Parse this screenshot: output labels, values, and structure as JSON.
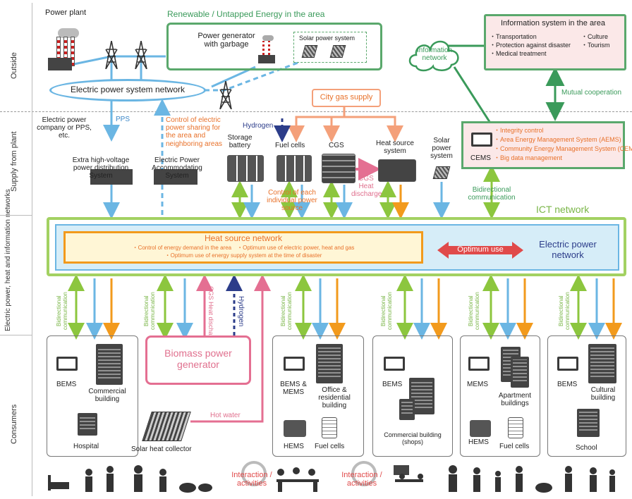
{
  "bands": {
    "outside": "Outside",
    "supply": "Supply from plant",
    "network": "Electric power, heat and information networks",
    "consumers": "Consumers"
  },
  "outside": {
    "power_plant": "Power plant",
    "renewable_title": "Renewable / Untapped Energy in the area",
    "garbage_gen": "Power generator with garbage",
    "solar_system": "Solar power system",
    "grid_network": "Electric power system network",
    "info_network": "Information network",
    "info_system": {
      "title": "Information system in the area",
      "items": [
        "・Transportation",
        "・Protection against disaster",
        "・Medical treatment",
        "・Culture",
        "・Tourism"
      ]
    },
    "mutual": "Mutual cooperation"
  },
  "supply": {
    "pps": "PPS",
    "company": "Electric power company or PPS, etc.",
    "extra_hv": "Extra high-voltage power distribution System",
    "control_sharing": "Control of electric power sharing for the area and neighboring areas",
    "accommodating": "Electric Power Accommodating System",
    "city_gas": "City gas supply",
    "hydrogen": "Hydrogen",
    "storage": "Storage battery",
    "fuel_cells": "Fuel cells",
    "cgs": "CGS",
    "heat_source_system": "Heat source system",
    "solar_power_system": "Solar power system",
    "cgs_heat": "CGS Heat discharge",
    "control_each": "Control of each individual power source",
    "cems": "CEMS",
    "cems_items": [
      "・Integrity control",
      "・Area Energy Management System (AEMS)",
      "・Community Energy Management System (CEMS)",
      "・Big data management"
    ],
    "bidirectional": "Bidirectional communication"
  },
  "network": {
    "ict": "ICT network",
    "heat_title": "Heat source network",
    "heat_line1": "・Control of energy demand in the area　・Optimum use of electric power, heat and gas",
    "heat_line2": "・Optimum use of energy supply system at the time of disaster",
    "optimum": "Optimum use",
    "electric": "Electric power network"
  },
  "consumers": {
    "bidir": "Bidirectional communication",
    "cgs_heat_v": "CGS Heat discharge",
    "hydrogen_v": "Hydrogen",
    "biomass": "Biomass power generator",
    "hot_water": "Hot water",
    "solar_heat": "Solar heat collector",
    "bems": "BEMS",
    "commercial": "Commercial building",
    "hospital": "Hospital",
    "bems_mems": "BEMS & MEMS",
    "office": "Office & residential building",
    "hems": "HEMS",
    "fuel_cells": "Fuel cells",
    "commercial_shops": "Commercial building (shops)",
    "mems": "MEMS",
    "apartment": "Apartment buildings",
    "cultural": "Cultural building",
    "school": "School",
    "interaction": "Interaction / activities"
  },
  "colors": {
    "green": "#3a9a5a",
    "lightgreen": "#8cc63e",
    "blue": "#6bb6e3",
    "orange": "#f29a1c",
    "pink": "#e46f92",
    "navy": "#2c3d8a",
    "red": "#e04a4a"
  }
}
